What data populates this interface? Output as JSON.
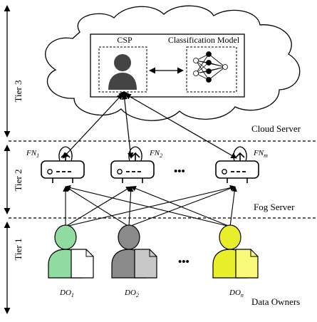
{
  "tiers": {
    "tier3": "Tier 3",
    "tier2": "Tier 2",
    "tier1": "Tier 1"
  },
  "layers": {
    "cloud": "Cloud Server",
    "fog": "Fog Server",
    "owners": "Data Owners"
  },
  "cloud_box": {
    "csp_label": "CSP",
    "model_label": "Classification Model"
  },
  "fog_nodes": [
    {
      "name": "FN",
      "sub": "1"
    },
    {
      "name": "FN",
      "sub": "2"
    },
    {
      "name": "FN",
      "sub": "m"
    }
  ],
  "data_owners": [
    {
      "name": "DO",
      "sub": "1",
      "color": "#8fdba0",
      "doc_color": "#ffffff"
    },
    {
      "name": "DO",
      "sub": "2",
      "color": "#8a8a8a",
      "doc_color": "#c8c8c8"
    },
    {
      "name": "DO",
      "sub": "n",
      "color": "#e8ee2a",
      "doc_color": "#f8f87a"
    }
  ],
  "ellipsis": "•••"
}
